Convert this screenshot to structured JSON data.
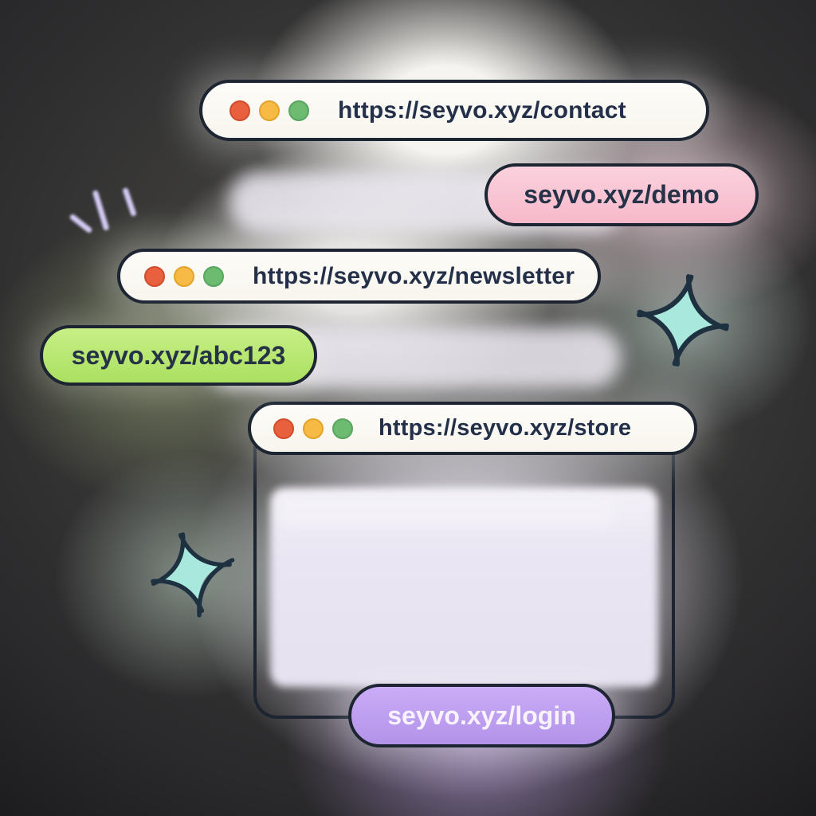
{
  "illustration": {
    "theme": "browser windows and short links for seyvo.xyz"
  },
  "browser_bars": [
    {
      "id": "contact",
      "url": "https://seyvo.xyz/contact"
    },
    {
      "id": "newsletter",
      "url": "https://seyvo.xyz/newsletter"
    },
    {
      "id": "store",
      "url": "https://seyvo.xyz/store"
    }
  ],
  "link_pills": [
    {
      "id": "demo",
      "label": "seyvo.xyz/demo"
    },
    {
      "id": "abc123",
      "label": "seyvo.xyz/abc123"
    },
    {
      "id": "login",
      "label": "seyvo.xyz/login"
    }
  ],
  "window_controls": {
    "close_color": "#e9603e",
    "minimize_color": "#f6ba45",
    "zoom_color": "#6cbb70"
  },
  "colors": {
    "outline": "#1c2531",
    "bar-fill": "#fbf9f4",
    "url-text": "#243049",
    "dot-red": "#e9603e",
    "dot-red-border": "#d14c2c",
    "dot-yellow": "#f6ba45",
    "dot-yellow-border": "#e2a42c",
    "dot-green": "#6cbb70",
    "dot-green-border": "#57a55f",
    "pill-pink": "#f9c6d4",
    "pill-green": "#b6e673",
    "pill-purple": "#c2a3f3",
    "pill-text-dark": "#263247",
    "pill-text-light": "#f8f3fd",
    "sparkle-fill": "#a9e9dd",
    "sparkle-stroke": "#1e3140",
    "tick": "#d3c9f2",
    "content-pane": "#e7e3f1",
    "ghost-bar": "#eae7ef"
  }
}
